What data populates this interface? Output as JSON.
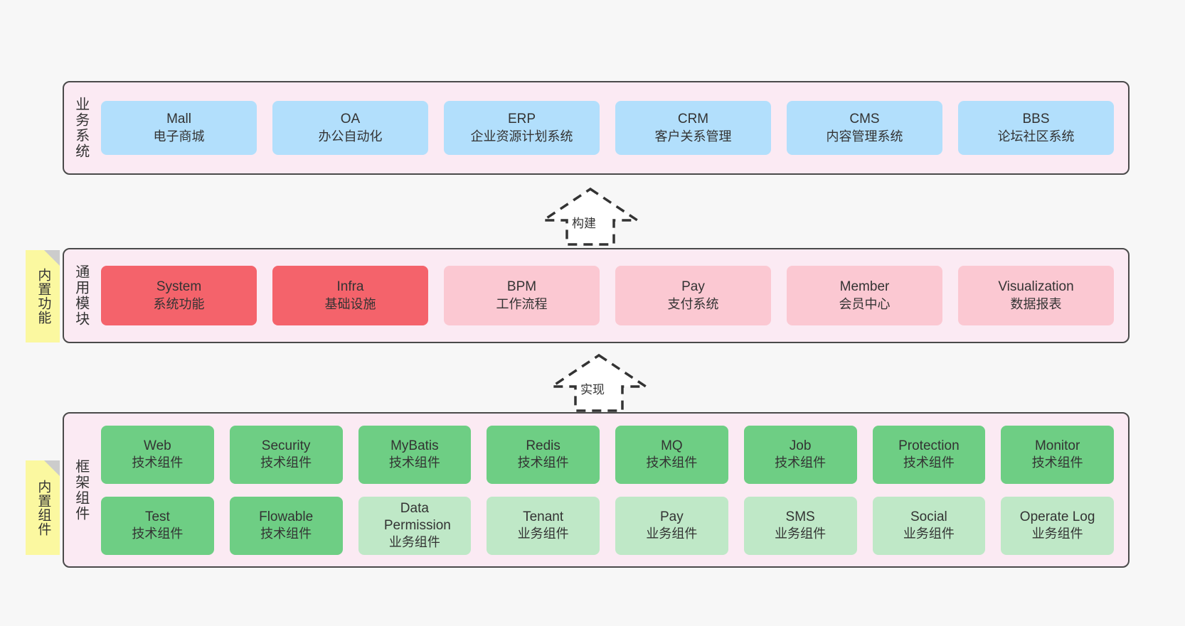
{
  "diagram": {
    "background_color": "#f7f7f7",
    "panel_color": "#fbeaf3",
    "panel_border_color": "#4a4a4a"
  },
  "layers": [
    {
      "id": "business",
      "title": "业务系统",
      "note": null,
      "rows": [
        {
          "nodes": [
            {
              "en": "Mall",
              "cn": "电子商城",
              "color": "#b2dffc",
              "style": "c-blue"
            },
            {
              "en": "OA",
              "cn": "办公自动化",
              "color": "#b2dffc",
              "style": "c-blue"
            },
            {
              "en": "ERP",
              "cn": "企业资源计划系统",
              "color": "#b2dffc",
              "style": "c-blue"
            },
            {
              "en": "CRM",
              "cn": "客户关系管理",
              "color": "#b2dffc",
              "style": "c-blue"
            },
            {
              "en": "CMS",
              "cn": "内容管理系统",
              "color": "#b2dffc",
              "style": "c-blue"
            },
            {
              "en": "BBS",
              "cn": "论坛社区系统",
              "color": "#b2dffc",
              "style": "c-blue"
            }
          ]
        }
      ]
    },
    {
      "id": "common-module",
      "title": "通用模块",
      "note": "内置功能",
      "rows": [
        {
          "nodes": [
            {
              "en": "System",
              "cn": "系统功能",
              "color": "#f4636b",
              "style": "c-red"
            },
            {
              "en": "Infra",
              "cn": "基础设施",
              "color": "#f4636b",
              "style": "c-red"
            },
            {
              "en": "BPM",
              "cn": "工作流程",
              "color": "#fbc8d2",
              "style": "c-pink"
            },
            {
              "en": "Pay",
              "cn": "支付系统",
              "color": "#fbc8d2",
              "style": "c-pink"
            },
            {
              "en": "Member",
              "cn": "会员中心",
              "color": "#fbc8d2",
              "style": "c-pink"
            },
            {
              "en": "Visualization",
              "cn": "数据报表",
              "color": "#fbc8d2",
              "style": "c-pink"
            }
          ]
        }
      ]
    },
    {
      "id": "framework",
      "title": "框架组件",
      "note": "内置组件",
      "rows": [
        {
          "nodes": [
            {
              "en": "Web",
              "cn": "技术组件",
              "color": "#6ece84",
              "style": "c-green"
            },
            {
              "en": "Security",
              "cn": "技术组件",
              "color": "#6ece84",
              "style": "c-green"
            },
            {
              "en": "MyBatis",
              "cn": "技术组件",
              "color": "#6ece84",
              "style": "c-green"
            },
            {
              "en": "Redis",
              "cn": "技术组件",
              "color": "#6ece84",
              "style": "c-green"
            },
            {
              "en": "MQ",
              "cn": "技术组件",
              "color": "#6ece84",
              "style": "c-green"
            },
            {
              "en": "Job",
              "cn": "技术组件",
              "color": "#6ece84",
              "style": "c-green"
            },
            {
              "en": "Protection",
              "cn": "技术组件",
              "color": "#6ece84",
              "style": "c-green"
            },
            {
              "en": "Monitor",
              "cn": "技术组件",
              "color": "#6ece84",
              "style": "c-green"
            }
          ]
        },
        {
          "nodes": [
            {
              "en": "Test",
              "cn": "技术组件",
              "color": "#6ece84",
              "style": "c-green"
            },
            {
              "en": "Flowable",
              "cn": "技术组件",
              "color": "#6ece84",
              "style": "c-green"
            },
            {
              "en": "Data Permission",
              "cn": "业务组件",
              "color": "#bfe8c7",
              "style": "c-green-light"
            },
            {
              "en": "Tenant",
              "cn": "业务组件",
              "color": "#bfe8c7",
              "style": "c-green-light"
            },
            {
              "en": "Pay",
              "cn": "业务组件",
              "color": "#bfe8c7",
              "style": "c-green-light"
            },
            {
              "en": "SMS",
              "cn": "业务组件",
              "color": "#bfe8c7",
              "style": "c-green-light"
            },
            {
              "en": "Social",
              "cn": "业务组件",
              "color": "#bfe8c7",
              "style": "c-green-light"
            },
            {
              "en": "Operate Log",
              "cn": "业务组件",
              "color": "#bfe8c7",
              "style": "c-green-light"
            }
          ]
        }
      ]
    }
  ],
  "connectors": [
    {
      "id": "build",
      "label": "构建",
      "direction": "up",
      "style": "dashed-hollow-arrow"
    },
    {
      "id": "implement",
      "label": "实现",
      "direction": "up",
      "style": "dashed-hollow-arrow"
    }
  ]
}
